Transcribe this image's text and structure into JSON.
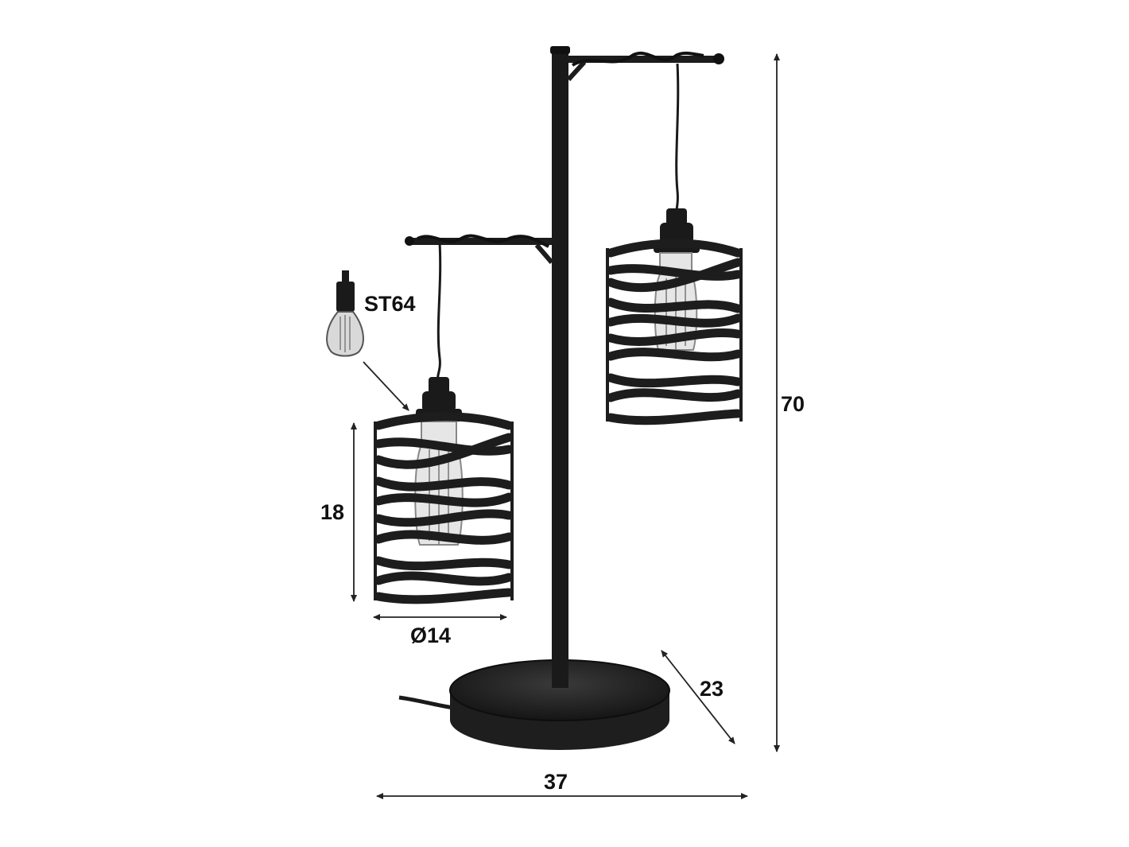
{
  "product": {
    "name": "table-lamp-two-spiral-pendants"
  },
  "bulb": {
    "type_label": "ST64"
  },
  "dimensions": {
    "total_height": "70",
    "base_width": "37",
    "base_depth": "23",
    "shade_height": "18",
    "shade_diameter": "Ø14"
  },
  "colors": {
    "metal": "#1c1c1c",
    "dimension_line": "#222222",
    "background": "#ffffff",
    "bulb_glass": "#d9d9d9"
  }
}
